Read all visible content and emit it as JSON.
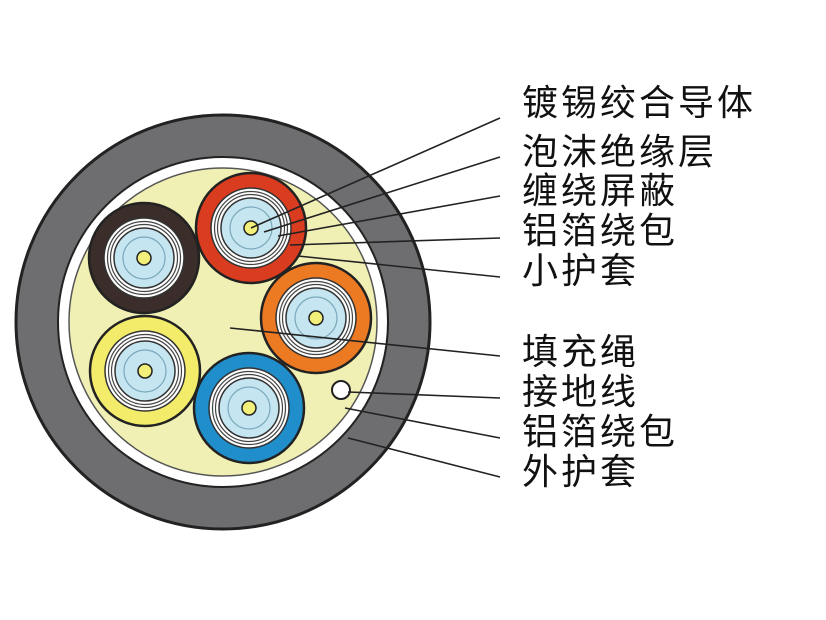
{
  "labels": {
    "conductor": "镀锡绞合导体",
    "foam_insulation": "泡沫绝缘层",
    "wrap_shield": "缠绕屏蔽",
    "foil_wrap_inner": "铝箔绕包",
    "small_sheath": "小护套",
    "filler_rope": "填充绳",
    "ground_wire": "接地线",
    "foil_wrap_outer": "铝箔绕包",
    "outer_sheath": "外护套"
  },
  "colors": {
    "outer_sheath": "#6e6e70",
    "filler": "#f0f0b4",
    "foil": "#ffffff",
    "insulation": "#c5e5f0",
    "conductor": "#f2ef7a",
    "core_black": "#3a2d2a",
    "core_red": "#d93c1f",
    "core_orange": "#ec7a22",
    "core_yellow": "#f3ec6a",
    "core_blue": "#1f8ecb",
    "leader": "#222222"
  },
  "cores": [
    "black",
    "red",
    "orange",
    "yellow",
    "blue"
  ]
}
